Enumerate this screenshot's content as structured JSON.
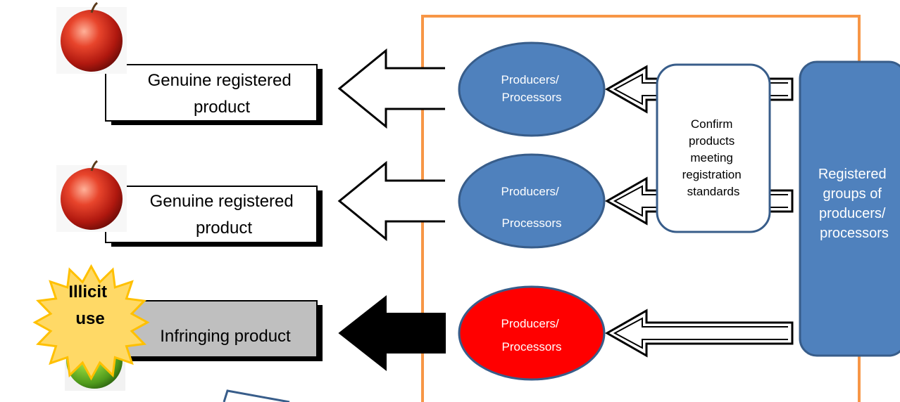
{
  "product_boxes": [
    {
      "lines": [
        "Genuine registered",
        "product"
      ],
      "kind": "genuine"
    },
    {
      "lines": [
        "Genuine registered",
        "product"
      ],
      "kind": "genuine"
    },
    {
      "lines": [
        "Infringing product"
      ],
      "kind": "infringing"
    }
  ],
  "producers": [
    {
      "lines": [
        "Producers/",
        "Processors"
      ],
      "color": "#4f81bd"
    },
    {
      "lines": [
        "Producers/",
        "Processors"
      ],
      "color": "#4f81bd"
    },
    {
      "lines": [
        "Producers/",
        "Processors"
      ],
      "color": "#ff0000"
    }
  ],
  "confirm_box": {
    "lines": [
      "Confirm",
      "products",
      "meeting",
      "registration",
      "standards"
    ]
  },
  "registered_groups": {
    "lines": [
      "Registered",
      "groups of",
      "producers/",
      "processors"
    ]
  },
  "illicit_label": {
    "lines": [
      "Illicit",
      "use"
    ]
  },
  "colors": {
    "border_orange": "#f79646",
    "producer_blue": "#4f81bd",
    "infringing_red": "#ff0000",
    "infringing_box_gray": "#bfbfbf",
    "star_yellow": "#ffd966",
    "dark_outline": "#385d8a"
  },
  "icons": [
    "red-apple-icon",
    "red-apple-icon",
    "green-apple-icon",
    "starburst-icon"
  ]
}
